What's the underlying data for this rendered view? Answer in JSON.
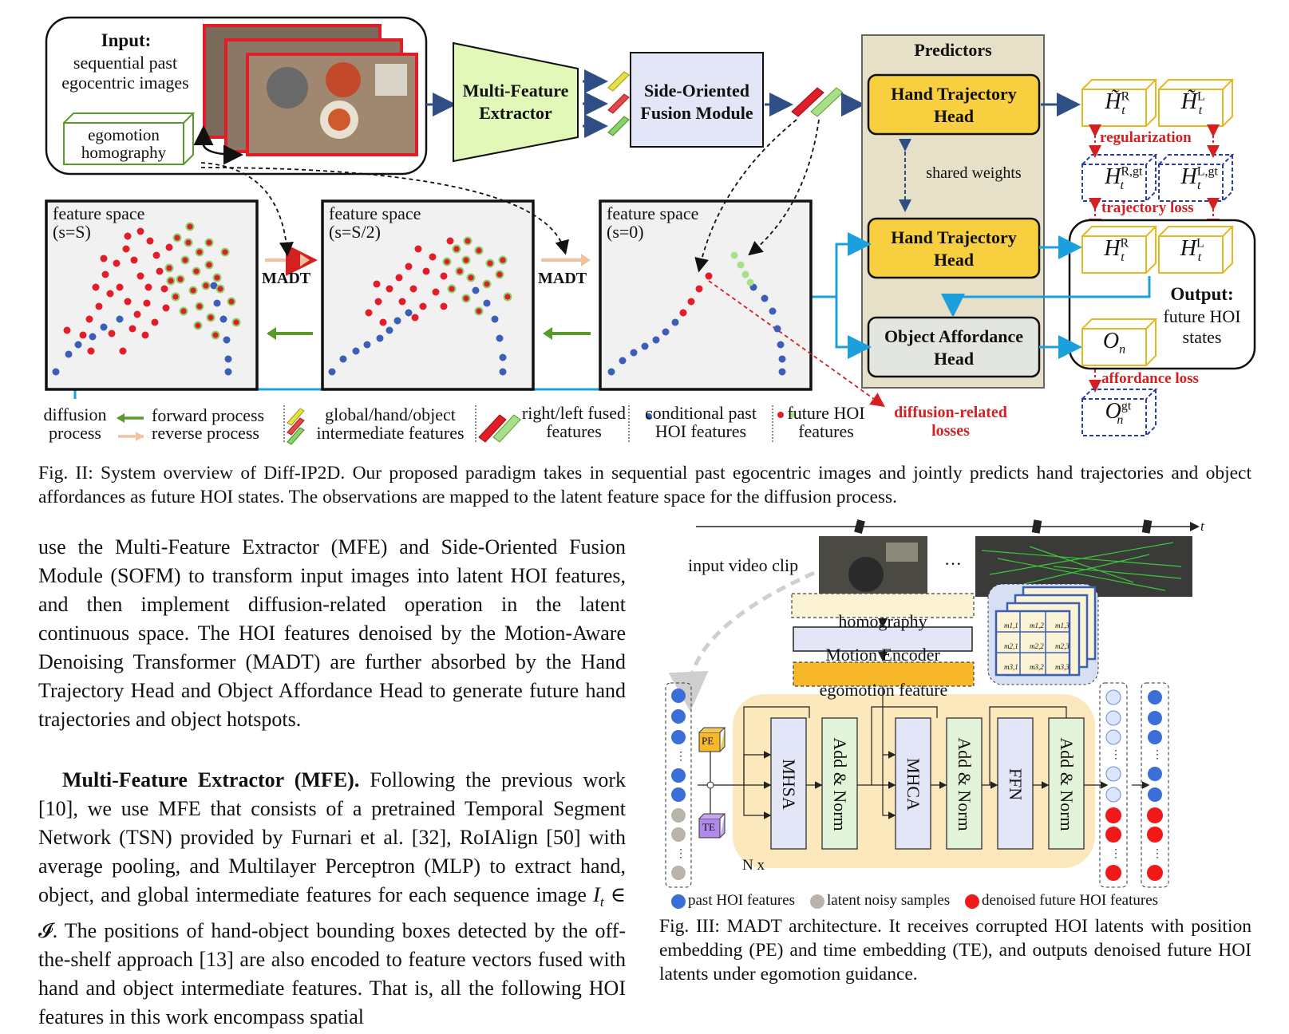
{
  "fig2": {
    "input_title": "Input:",
    "input_desc": "sequential past egocentric images",
    "egomotion": "egomotion homography",
    "mfe": "Multi-Feature Extractor",
    "sofm": "Side-Oriented Fusion Module",
    "predictors": "Predictors",
    "hand_head_top": "Hand Trajectory Head",
    "shared_weights": "shared weights",
    "hand_head_bottom": "Hand Trajectory Head",
    "object_head": "Object Affordance Head",
    "ht_r_tilde": "H̃",
    "sup_r": "R",
    "sup_l": "L",
    "sup_rgt": "R,gt",
    "sup_lgt": "L,gt",
    "sub_t": "t",
    "sub_n": "n",
    "h": "H",
    "o": "O",
    "sup_gt": "gt",
    "regularization": "regularization",
    "trajectory_loss": "trajectory loss",
    "affordance_loss": "affordance loss",
    "output_title": "Output:",
    "output_desc": "future HOI states",
    "fs1": "feature space (s=S)",
    "fs2": "feature space (s=S/2)",
    "fs3": "feature space (s=0)",
    "madt": "MADT",
    "diffusion_related_losses": "diffusion-related losses",
    "legend": {
      "diffusion_process": "diffusion process",
      "forward": "forward process",
      "reverse": "reverse process",
      "intermediate": "global/hand/object intermediate features",
      "fused": "right/left fused features",
      "conditional": "conditional past HOI features",
      "future": "future HOI features"
    },
    "caption": "Fig. II: System overview of Diff-IP2D. Our proposed paradigm takes in sequential past egocentric images and jointly predicts hand trajectories and object affordances as future HOI states. The observations are mapped to the latent feature space for the diffusion process."
  },
  "body": {
    "p1": "use the Multi-Feature Extractor (MFE) and Side-Oriented Fusion Module (SOFM) to transform input images into latent HOI features, and then implement diffusion-related operation in the latent continuous space. The HOI features denoised by the Motion-Aware Denoising Transformer (MADT) are further absorbed by the Hand Trajectory Head and Object Affordance Head to generate future hand trajectories and object hotspots.",
    "p2_heading": "Multi-Feature Extractor (MFE).",
    "p2_a": " Following the previous work [10], we use MFE that consists of a pretrained Temporal Segment Network (TSN) provided by Furnari et al. [32], RoIAlign [50] with average pooling, and Multilayer Perceptron (MLP) to extract hand, object, and global intermediate features for each sequence image ",
    "p2_math": "I",
    "p2_math_sub": "t",
    "p2_math_in": " ∈ ",
    "p2_math_set": "𝓘",
    "p2_b": ". The positions of hand-object bounding boxes detected by the off-the-shelf approach [13] are also encoded to feature vectors fused with hand and object intermediate features. That is, all the following HOI features in this work encompass spatial"
  },
  "fig3": {
    "t_label": "t",
    "input_clip": "input video clip",
    "ellipsis": "···",
    "homography": "homography",
    "motion_encoder": "Motion Encoder",
    "egomotion_feature": "egomotion feature",
    "pe": "PE",
    "te": "TE",
    "mhsa": "MHSA",
    "add_norm": "Add & Norm",
    "mhca": "MHCA",
    "ffn": "FFN",
    "nx": "N x",
    "m11": "m1,1",
    "m12": "m1,2",
    "m13": "m1,3",
    "m21": "m2,1",
    "m22": "m2,2",
    "m23": "m2,3",
    "m31": "m3,1",
    "m32": "m3,2",
    "m33": "m3,3",
    "legend_past": "past HOI features",
    "legend_noisy": "latent noisy samples",
    "legend_denoised": "denoised future HOI features",
    "caption": "Fig. III: MADT architecture. It receives corrupted HOI latents with position embedding (PE) and time embedding (TE), and outputs denoised future HOI latents under egomotion guidance."
  },
  "colors": {
    "yellow_head": "#f8cf3e",
    "mfe_green": "#e1f8b8",
    "sofm_blue": "#e3e6f6",
    "predictor_bg": "#e6e0c8",
    "blue_dot": "#3a5fb5",
    "red_dot": "#e21d2a",
    "arrow_blue": "#2f4e86",
    "cyan": "#1ca0dd",
    "green_arrow": "#5a9a2a"
  }
}
